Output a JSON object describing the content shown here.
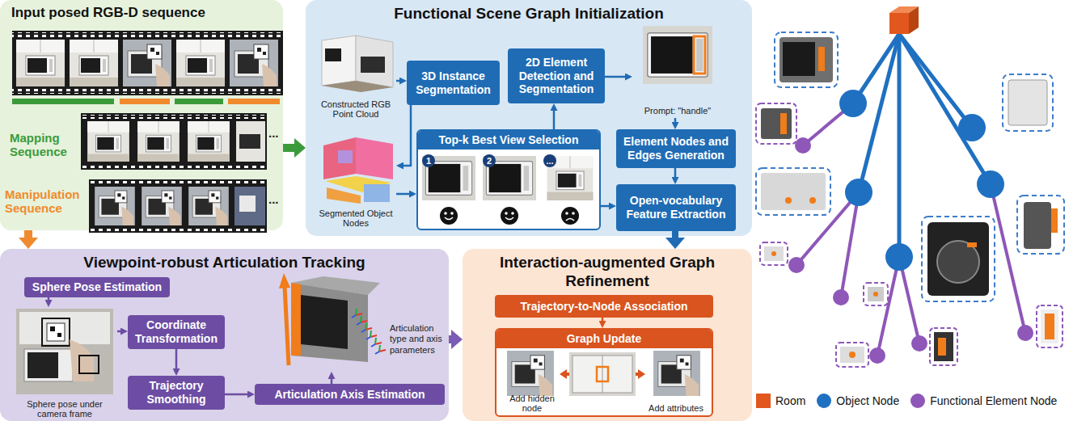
{
  "diagram": {
    "nodes": [
      {
        "text": [
          "Input posed RGB-D sequence"
        ]
      },
      {
        "text": [
          "Functional Scene Graph Initialization"
        ]
      },
      {
        "text": [
          "Constructed RGB Point Cloud"
        ],
        "in": 1
      },
      {
        "text": [
          "3D Instance Segmentation"
        ],
        "in": 1
      },
      {
        "text": [
          "2D Element Detection and Segmentation"
        ],
        "in": 1
      },
      {
        "text": [
          "Prompt: \"handle\""
        ],
        "in": 1
      },
      {
        "text": [
          "Segmented Object Nodes"
        ],
        "in": 1
      },
      {
        "text": [
          "Top-k Best View Selection"
        ],
        "in": 1
      },
      {
        "text": [
          "Element Nodes and Edges Generation"
        ],
        "in": 1
      },
      {
        "text": [
          "Open-vocabulary Feature Extraction"
        ],
        "in": 1
      },
      {
        "text": [
          "Viewpoint-robust Articulation Tracking"
        ]
      },
      {
        "text": [
          "Sphere Pose Estimation"
        ],
        "in": 10
      },
      {
        "text": [
          "Sphere pose under camera frame"
        ],
        "in": 10
      },
      {
        "text": [
          "Coordinate Transformation"
        ],
        "in": 10
      },
      {
        "text": [
          "Trajectory Smoothing"
        ],
        "in": 10
      },
      {
        "text": [
          "Articulation type and axis parameters"
        ],
        "in": 10
      },
      {
        "text": [
          "Articulation Axis Estimation"
        ],
        "in": 10
      },
      {
        "text": [
          "Interaction-augmented Graph Refinement"
        ]
      },
      {
        "text": [
          "Trajectory-to-Node Association"
        ],
        "in": 17
      },
      {
        "text": [
          "Graph Update"
        ],
        "in": 17
      },
      {
        "text": [
          "Add hidden node"
        ],
        "in": 19
      },
      {
        "text": [
          "Add attributes"
        ],
        "in": 19
      }
    ],
    "edges": [
      {
        "from": 0,
        "to": 1,
        "arrow": "to"
      },
      {
        "from": 0,
        "to": 10,
        "arrow": "to"
      },
      {
        "from": 2,
        "to": 3,
        "arrow": "to"
      },
      {
        "from": 3,
        "to": 6,
        "arrow": "to"
      },
      {
        "from": 6,
        "to": 7,
        "arrow": "to"
      },
      {
        "from": 7,
        "to": 4,
        "arrow": "to"
      },
      {
        "from": 4,
        "to": 5,
        "arrow": "to"
      },
      {
        "from": 5,
        "to": 8,
        "arrow": "to"
      },
      {
        "from": 8,
        "to": 9,
        "arrow": "to"
      },
      {
        "from": 7,
        "to": 9,
        "arrow": "to"
      },
      {
        "from": 9,
        "to": 17,
        "arrow": "to"
      },
      {
        "from": 11,
        "to": 12,
        "arrow": "to"
      },
      {
        "from": 12,
        "to": 13,
        "arrow": "to"
      },
      {
        "from": 13,
        "to": 14,
        "arrow": "to"
      },
      {
        "from": 14,
        "to": 16,
        "arrow": "to"
      },
      {
        "from": 16,
        "to": 15,
        "arrow": "to"
      },
      {
        "from": 10,
        "to": 17,
        "arrow": "to"
      },
      {
        "from": 18,
        "to": 19,
        "arrow": "to"
      }
    ],
    "labels": [
      "Mapping Sequence",
      "...",
      "Manipulation Sequence",
      "...",
      "1",
      "2",
      "..."
    ],
    "legend": [
      {
        "text": "Room",
        "color": "#e2571e"
      },
      {
        "text": "Object Node",
        "color": "#1f70c1"
      },
      {
        "text": "Functional Element Node",
        "color": "#8e57b8"
      }
    ]
  }
}
